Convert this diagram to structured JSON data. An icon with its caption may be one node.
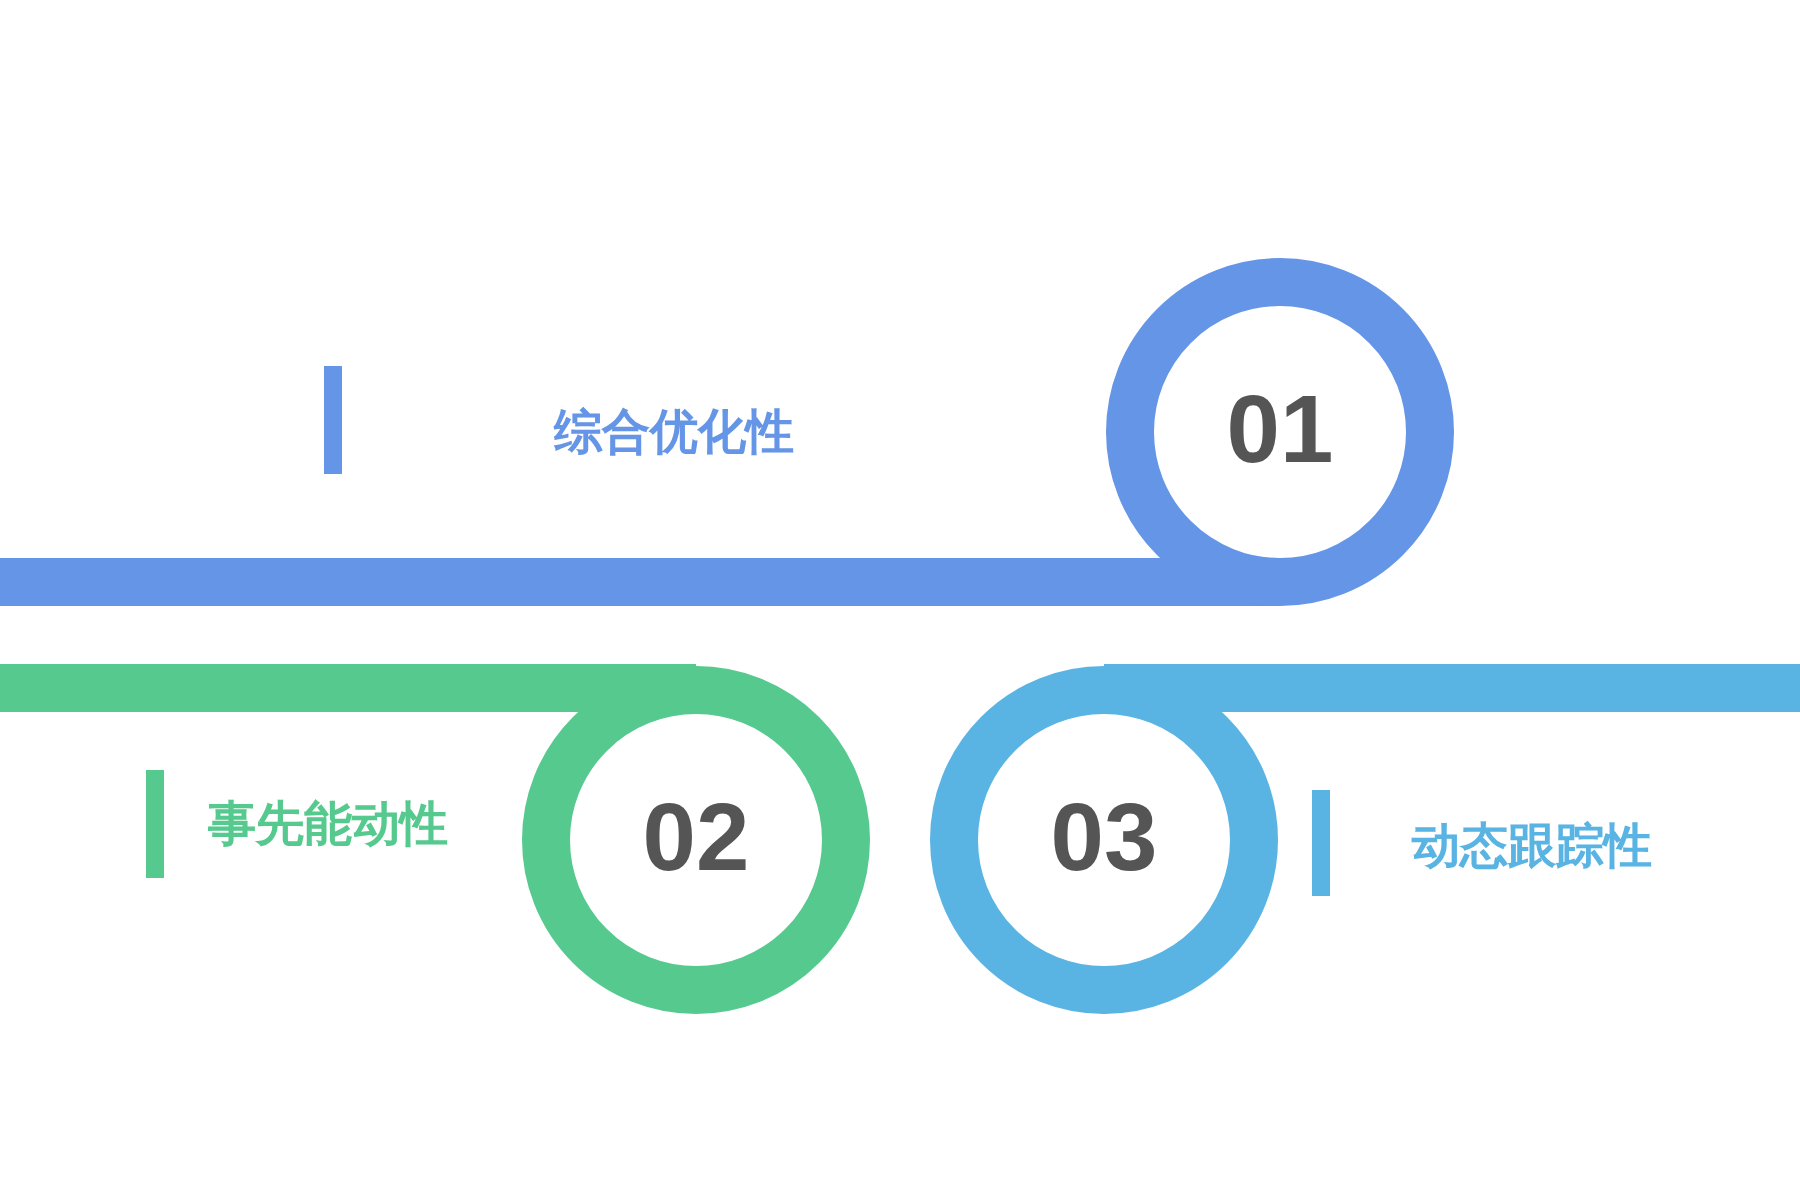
{
  "diagram": {
    "nodes": [
      {
        "text": [
          "01"
        ]
      },
      {
        "text": [
          "02"
        ]
      },
      {
        "text": [
          "03"
        ]
      },
      {
        "text": [],
        "shape": "bar"
      },
      {
        "text": [],
        "shape": "bar"
      },
      {
        "text": [],
        "shape": "bar"
      }
    ],
    "labels": [
      "综合优化性",
      "事先能动性",
      "动态跟踪性"
    ]
  }
}
